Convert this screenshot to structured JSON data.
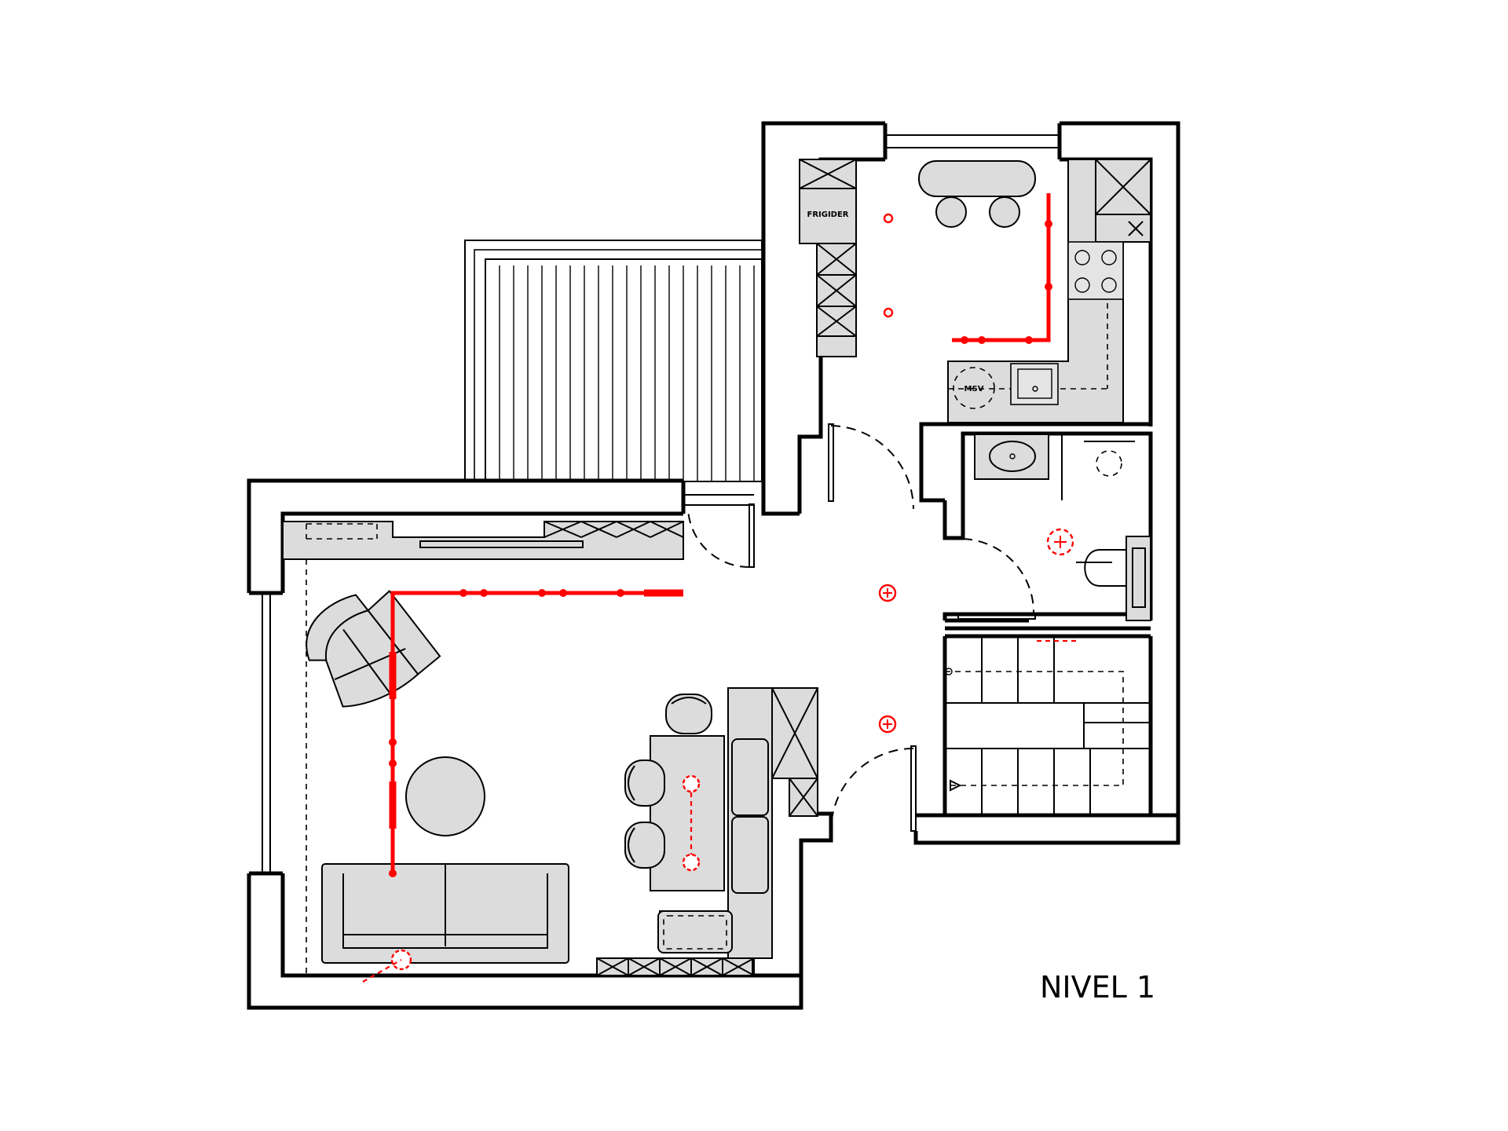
{
  "plan": {
    "level_label": "NIVEL 1",
    "labels": {
      "fridge": "FRIGIDER",
      "washer": "MSV"
    },
    "colors": {
      "walls": "#000000",
      "furniture_fill": "#dcdcdc",
      "electrical": "#ff0000",
      "background": "#ffffff"
    },
    "icons": [
      "light-fixture-icon",
      "ceiling-outlet-icon",
      "stove-burner-icon",
      "sink-icon",
      "toilet-icon",
      "stair-arrow-icon"
    ]
  }
}
